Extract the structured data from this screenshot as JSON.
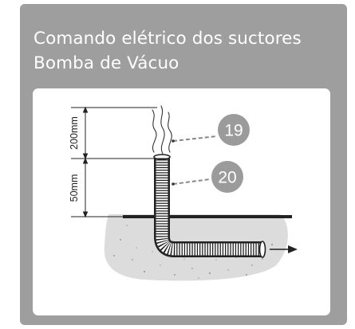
{
  "header": {
    "title_line1": "Comando elétrico dos suctores",
    "title_line2": "Bomba de Vácuo"
  },
  "diagram": {
    "dimension_top": "200mm",
    "dimension_bottom": "50mm",
    "callout_19": "19",
    "callout_20": "20",
    "colors": {
      "card_background": "#9e9e9e",
      "panel_background": "#ffffff",
      "badge": "#9b9b9b",
      "ground": "#dcdcdc",
      "line": "#222222"
    }
  }
}
